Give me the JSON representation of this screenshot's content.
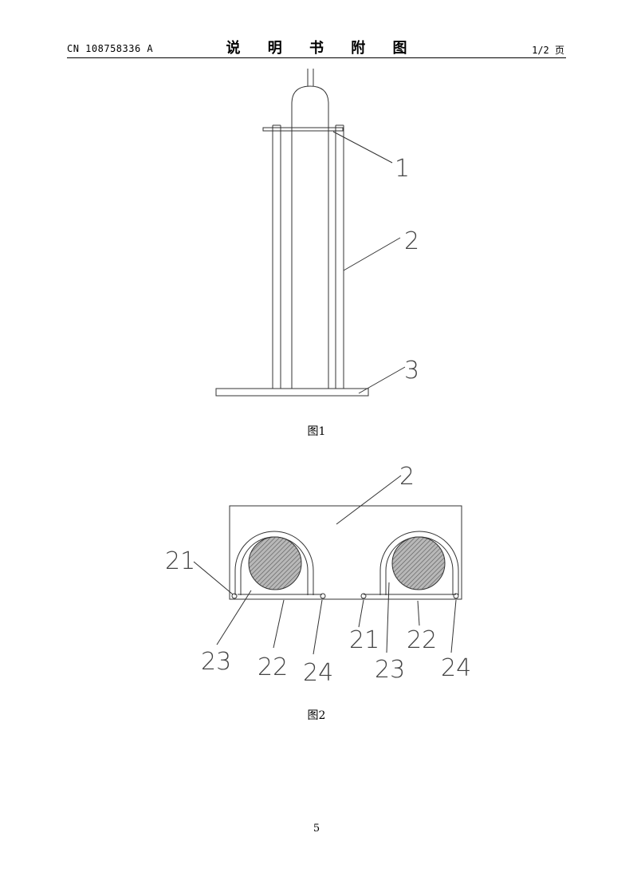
{
  "header": {
    "doc_number": "CN 108758336 A",
    "section_title": "说 明 书 附 图",
    "page_info": "1/2 页"
  },
  "figure1": {
    "caption": "图1",
    "labels": [
      "1",
      "2",
      "3"
    ]
  },
  "figure2": {
    "caption": "图2",
    "labels": {
      "top": "2",
      "left_hole": "21",
      "bottom_row": [
        "23",
        "22",
        "24",
        "21",
        "23",
        "22",
        "24"
      ]
    }
  },
  "footer": {
    "page_number": "5"
  }
}
